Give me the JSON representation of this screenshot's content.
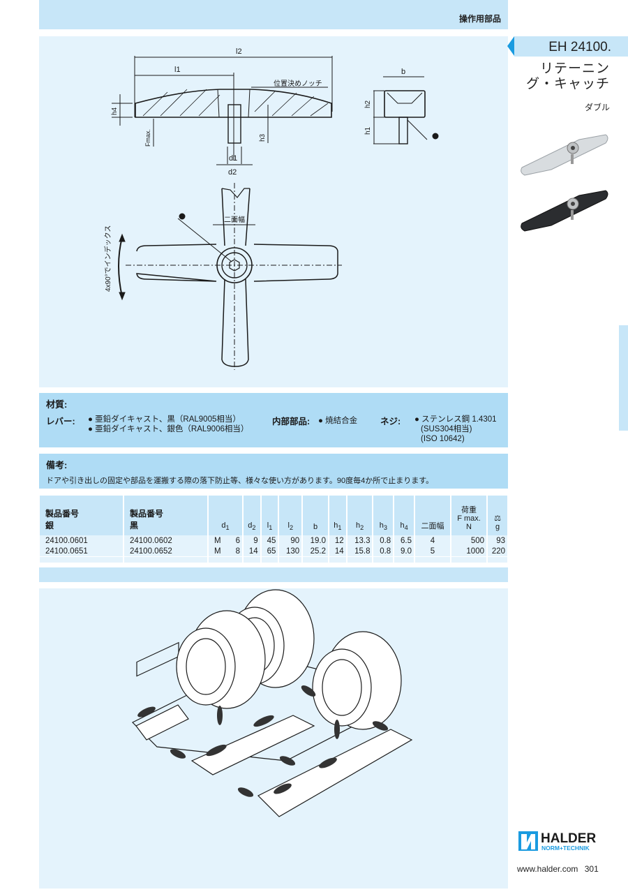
{
  "header": {
    "category": "操作用部品"
  },
  "product": {
    "code": "EH 24100.",
    "title_line1": "リテーニン",
    "title_line2": "グ・キャッチ",
    "subtitle": "ダブル"
  },
  "drawing": {
    "labels": {
      "l1": "l1",
      "l2": "l2",
      "h1": "h1",
      "h2": "h2",
      "h3": "h3",
      "h4": "h4",
      "d1": "d1",
      "d2": "d2",
      "b": "b",
      "fmax": "Fmax.",
      "notch": "位置決めノッチ",
      "across_flats": "二面幅",
      "index": "4x90°でインデックス"
    }
  },
  "photos": [
    {
      "name": "silver-variant",
      "color": "#d8dcdf"
    },
    {
      "name": "black-variant",
      "color": "#2b2d30"
    }
  ],
  "material": {
    "heading": "材質:",
    "lever_label": "レバー:",
    "lever_items": [
      "● 亜鉛ダイキャスト、黒（RAL9005相当）",
      "● 亜鉛ダイキャスト、銀色（RAL9006相当）"
    ],
    "internal_label": "内部部品:",
    "internal_items": [
      "● 焼結合金"
    ],
    "screw_label": "ネジ:",
    "screw_items": [
      "● ステンレス鋼 1.4301",
      "(SUS304相当)",
      "(ISO 10642)"
    ]
  },
  "notes": {
    "heading": "備考:",
    "text": "ドアや引き出しの固定や部品を運搬する際の落下防止等、様々な使い方があります。90度毎4か所で止まります。"
  },
  "table": {
    "headers": {
      "part_silver": [
        "製品番号",
        "銀"
      ],
      "part_black": [
        "製品番号",
        "黒"
      ],
      "d1": "d1",
      "d2": "d2",
      "l1": "l1",
      "l2": "l2",
      "b": "b",
      "h1": "h1",
      "h2": "h2",
      "h3": "h3",
      "h4": "h4",
      "af": "二面幅",
      "load": [
        "荷重",
        "F max.",
        "N"
      ],
      "weight": "g"
    },
    "rows": [
      {
        "silver": "24100.0601",
        "black": "24100.0602",
        "m": "M",
        "d1": "6",
        "d2": "9",
        "l1": "45",
        "l2": "90",
        "b": "19.0",
        "h1": "12",
        "h2": "13.3",
        "h3": "0.8",
        "h4": "6.5",
        "af": "4",
        "load": "500",
        "weight": "93"
      },
      {
        "silver": "24100.0651",
        "black": "24100.0652",
        "m": "M",
        "d1": "8",
        "d2": "14",
        "l1": "65",
        "l2": "130",
        "b": "25.2",
        "h1": "14",
        "h2": "15.8",
        "h3": "0.8",
        "h4": "9.0",
        "af": "5",
        "load": "1000",
        "weight": "220"
      }
    ]
  },
  "footer": {
    "brand": "HALDER",
    "brand_sub": "NORM+TECHNIK",
    "url": "www.halder.com",
    "page": "301"
  },
  "colors": {
    "accent": "#1a9be0",
    "band": "#c7e6f8",
    "panel": "#e4f3fc",
    "material": "#afdcf5"
  }
}
